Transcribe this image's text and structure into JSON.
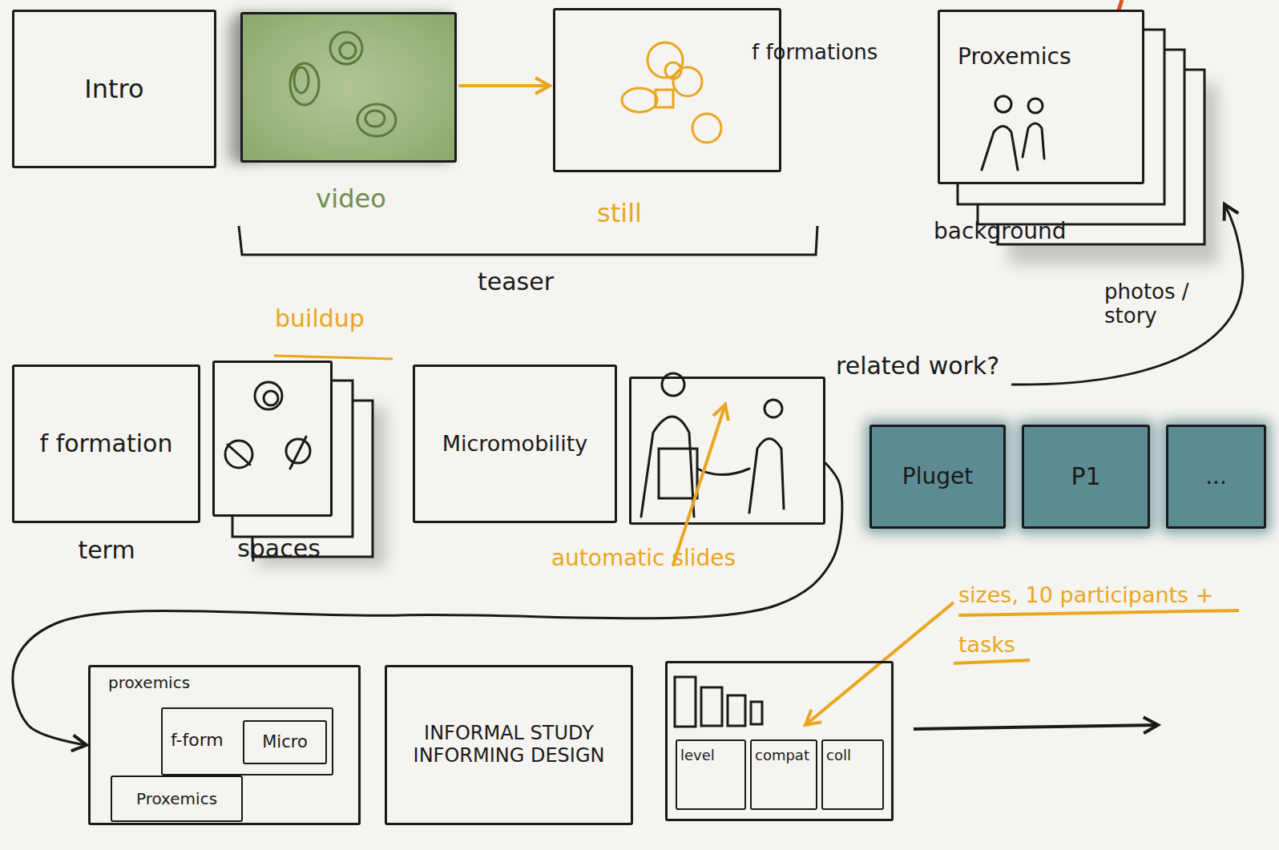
{
  "diagram": {
    "nodes": [
      {
        "text": [
          "Intro"
        ]
      },
      {
        "text": [
          "video"
        ]
      },
      {
        "text": [
          "still",
          "f formations"
        ]
      },
      {
        "text": [
          "Proxemics",
          "background",
          "photos / story"
        ]
      },
      {
        "text": [
          "f formation",
          "term"
        ]
      },
      {
        "text": [
          "buildup",
          "spaces"
        ]
      },
      {
        "text": [
          "Micromobility"
        ]
      },
      {
        "text": [
          "automatic slides"
        ]
      },
      {
        "text": [
          "Pluget"
        ]
      },
      {
        "text": [
          "P1"
        ]
      },
      {
        "text": [
          "..."
        ]
      },
      {
        "text": [
          "proxemics"
        ]
      },
      {
        "text": [
          "f-form"
        ],
        "in": 11
      },
      {
        "text": [
          "Micro"
        ],
        "in": 12
      },
      {
        "text": [
          "Proxemics"
        ],
        "in": 11
      },
      {
        "text": [
          "INFORMAL STUDY INFORMING DESIGN"
        ]
      },
      {
        "text": []
      },
      {
        "text": [
          "level"
        ],
        "in": 16
      },
      {
        "text": [
          "compat"
        ],
        "in": 16
      },
      {
        "text": [
          "coll"
        ],
        "in": 16
      }
    ],
    "edges": [
      {
        "from": 1,
        "to": 2,
        "arrow": "to"
      },
      {
        "from": 7,
        "to": 11,
        "arrow": "to"
      }
    ],
    "labels": [
      "teaser",
      "related work?",
      "sizes, 10 participants + tasks"
    ]
  }
}
